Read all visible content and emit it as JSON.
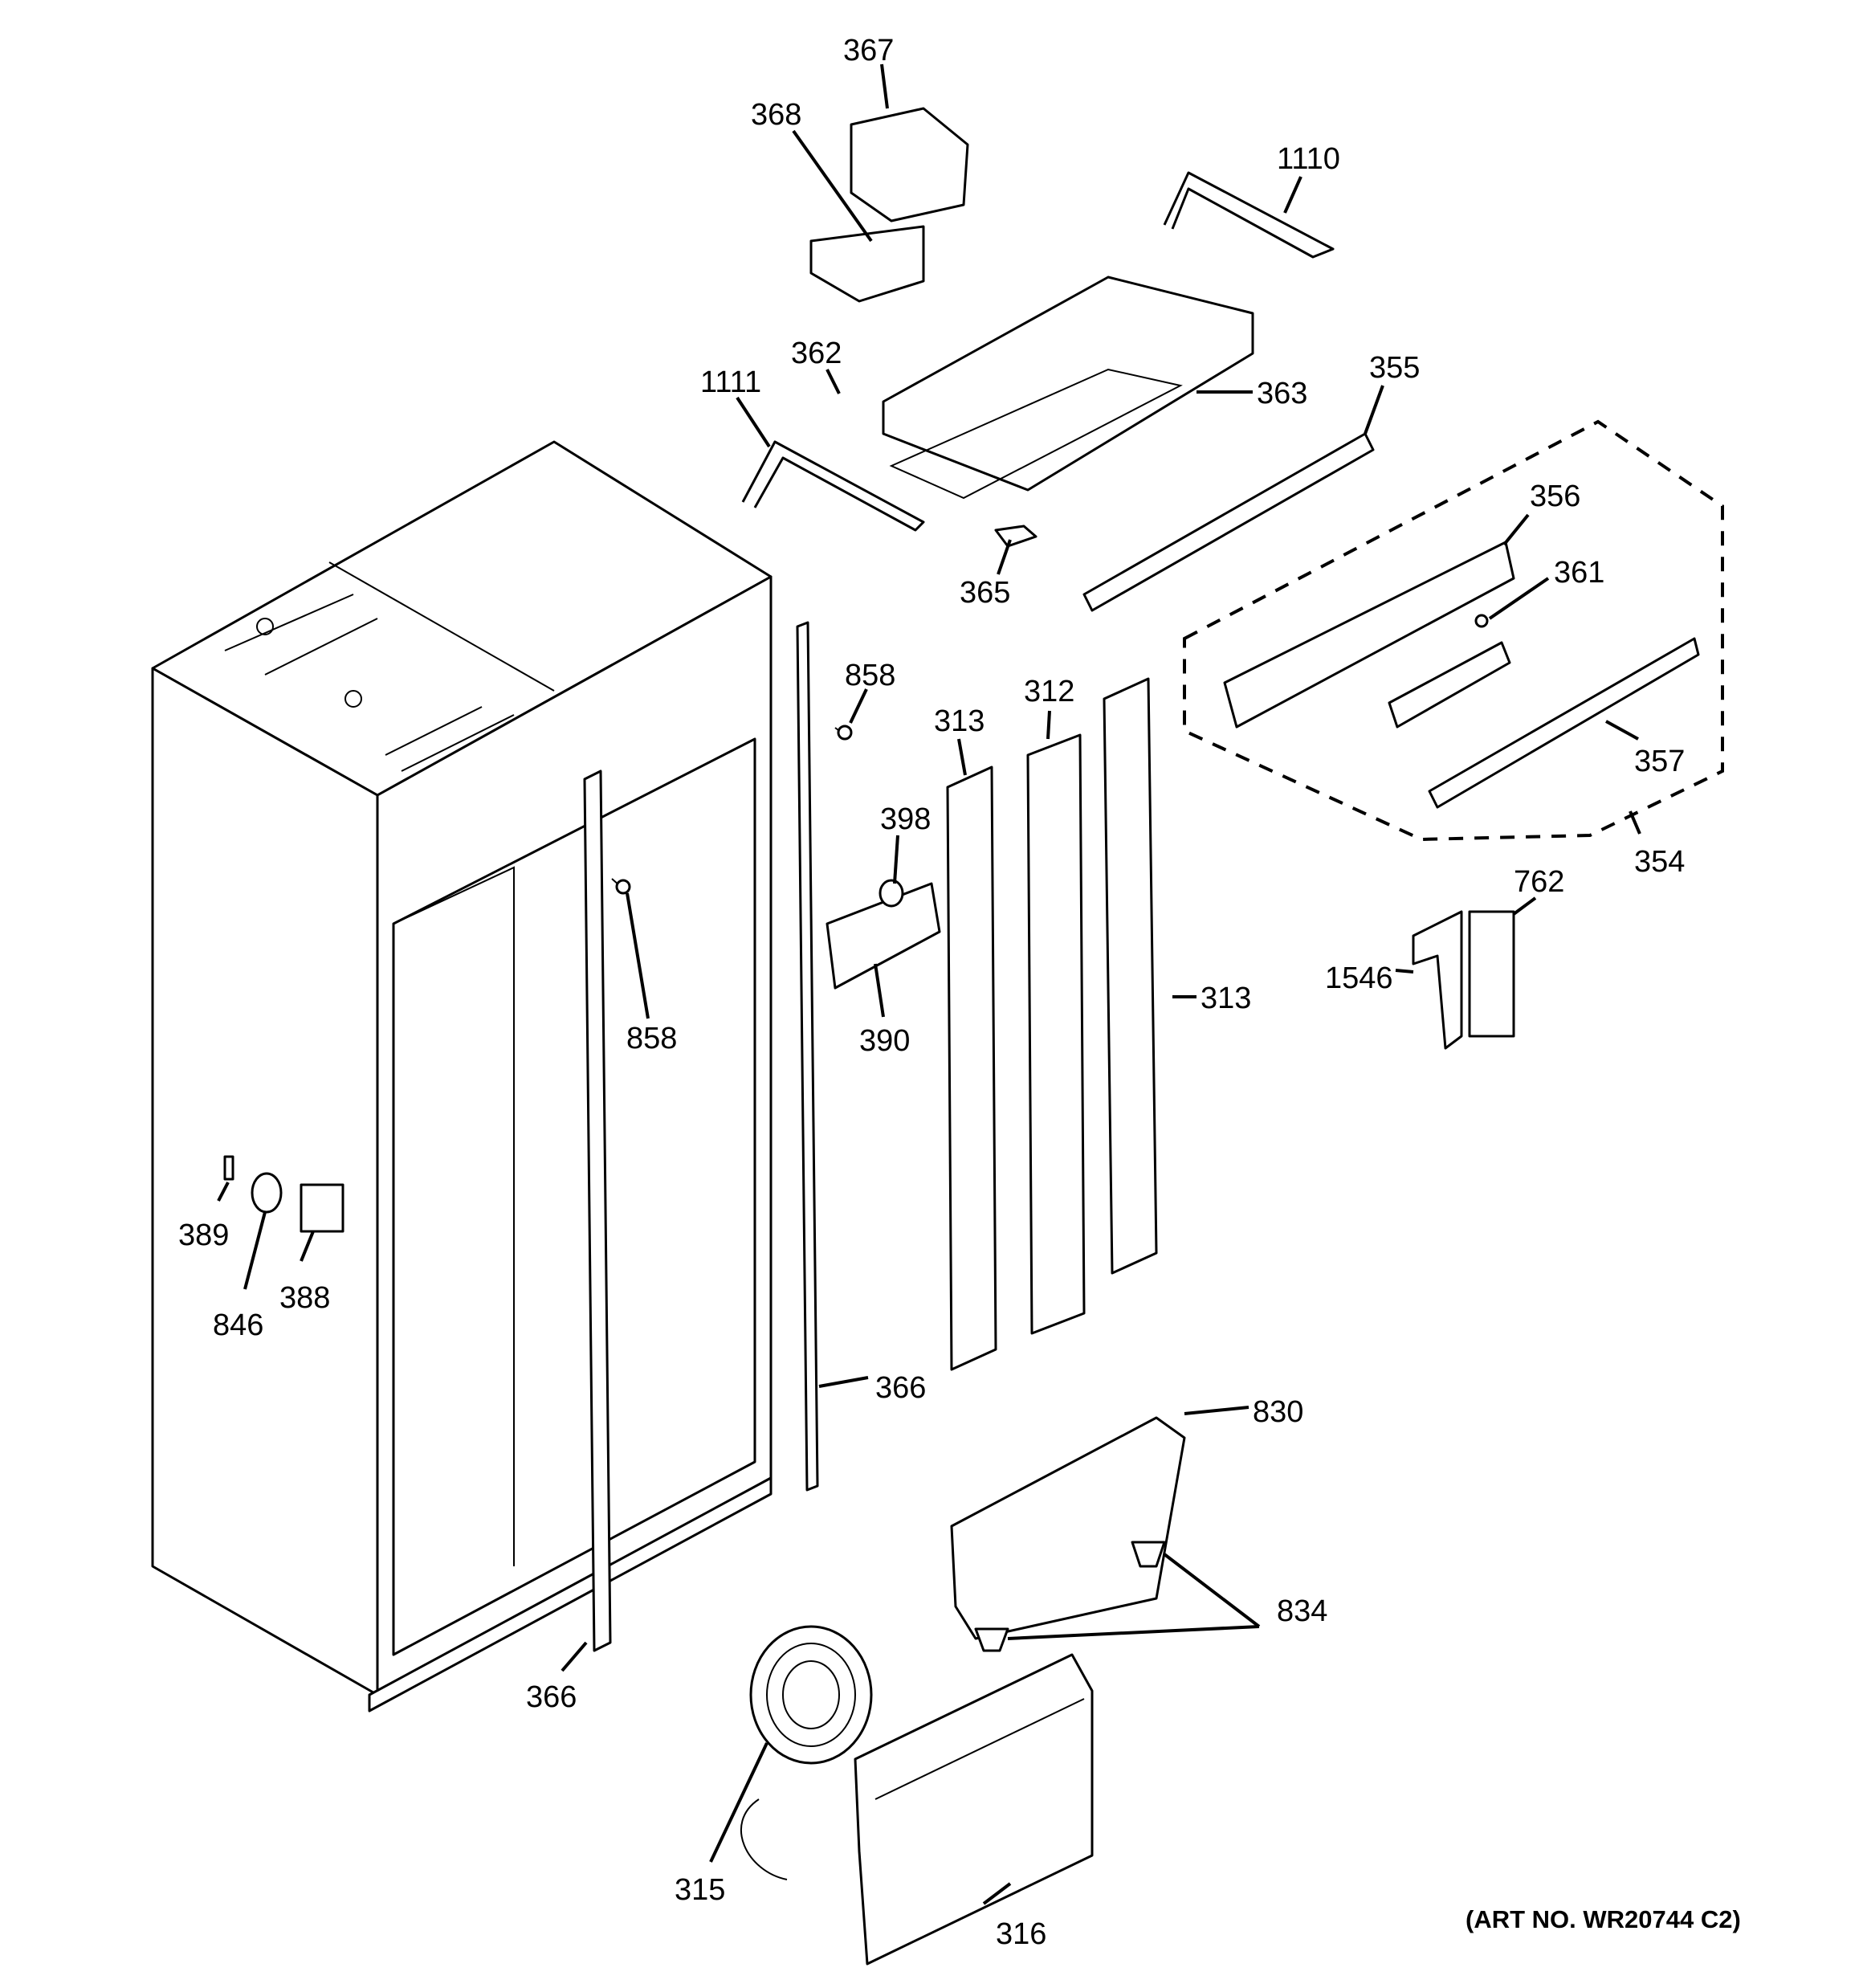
{
  "labels": {
    "p367": "367",
    "p368": "368",
    "p1110": "1110",
    "p362": "362",
    "p1111": "1111",
    "p363": "363",
    "p355": "355",
    "p365": "365",
    "p356": "356",
    "p361": "361",
    "p858a": "858",
    "p858b": "858",
    "p313a": "313",
    "p312": "312",
    "p398": "398",
    "p390": "390",
    "p313b": "313",
    "p357": "357",
    "p354": "354",
    "p762": "762",
    "p1546": "1546",
    "p389": "389",
    "p846": "846",
    "p388": "388",
    "p366a": "366",
    "p366b": "366",
    "p830": "830",
    "p834": "834",
    "p315": "315",
    "p316": "316"
  },
  "art_number": "(ART NO. WR20744 C2)"
}
